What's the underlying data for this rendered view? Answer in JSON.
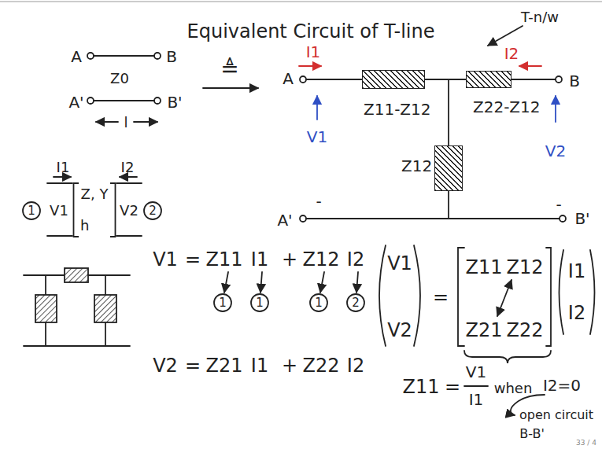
{
  "diagram": {
    "title": "Equivalent Circuit of T-line",
    "nodes": [
      {
        "text": [
          "Z11-Z12"
        ]
      },
      {
        "text": [
          "Z22-Z12"
        ]
      },
      {
        "text": [
          "Z12"
        ]
      },
      {
        "text": [
          "Z, Y",
          "h"
        ]
      }
    ],
    "edges": [
      {
        "from": 0,
        "to": 1,
        "arrow": "none"
      },
      {
        "from": 0,
        "to": 2,
        "arrow": "none"
      }
    ],
    "labels": [
      "T-n/w",
      "A",
      "B",
      "A'",
      "B'",
      "Z0",
      "l",
      "≜",
      "I1",
      "I2",
      "A",
      "B",
      "A'",
      "B'",
      "V1",
      "V2",
      "-",
      "-",
      "I1",
      "I2",
      "V1",
      "V2",
      "1",
      "2",
      "V1",
      "=",
      "Z11",
      "I1",
      "+",
      "Z12",
      "I2",
      "1",
      "1",
      "1",
      "2",
      "V2",
      "=",
      "Z21",
      "I1",
      "+",
      "Z22",
      "I2",
      "V1",
      "V2",
      "=",
      "Z11",
      "Z12",
      "Z21",
      "Z22",
      "I1",
      "I2",
      "Z11",
      "=",
      "V1",
      "I1",
      "when",
      "I2=0",
      "open circuit",
      "B-B'",
      "33 / 4"
    ]
  }
}
